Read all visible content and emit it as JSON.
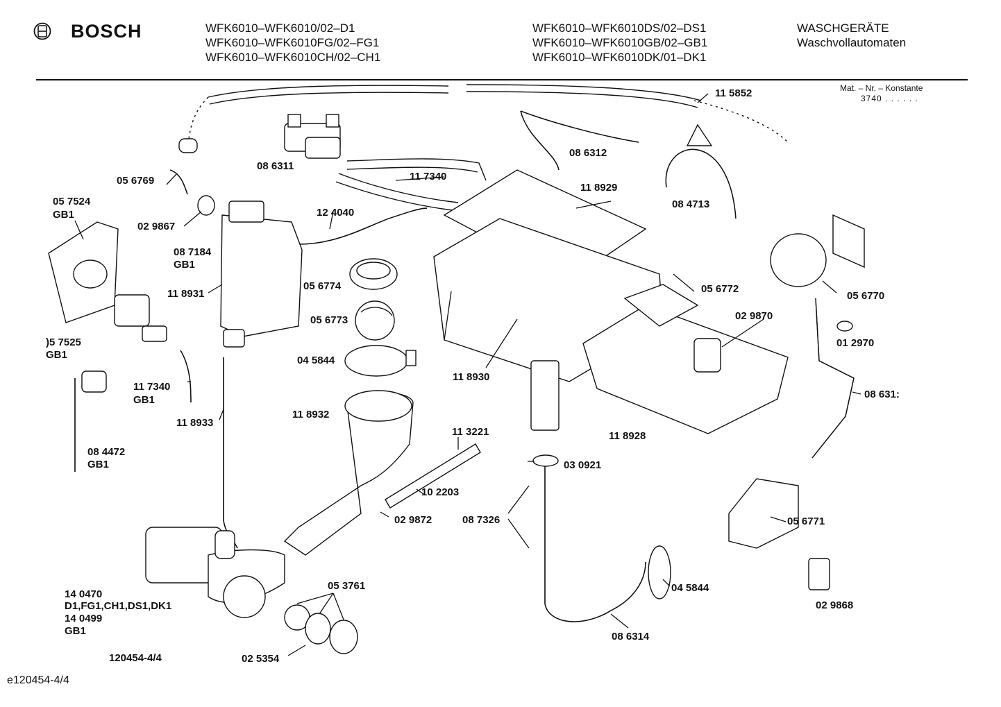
{
  "header": {
    "brand": "BOSCH",
    "models_col1": [
      "WFK6010–WFK6010/02–D1",
      "WFK6010–WFK6010FG/02–FG1",
      "WFK6010–WFK6010CH/02–CH1"
    ],
    "models_col2": [
      "WFK6010–WFK6010DS/02–DS1",
      "WFK6010–WFK6010GB/02–GB1",
      "WFK6010–WFK6010DK/01–DK1"
    ],
    "category": "WASCHGERÄTE",
    "subcategory": "Waschvollautomaten",
    "matnr_label": "Mat. – Nr. – Konstante",
    "matnr_value": "3740 . . . . . ."
  },
  "icons": {
    "logo": "bosch-armature-icon"
  },
  "labels": {
    "p115852": "11 5852",
    "p086312a": "08 6312",
    "p086311": "08 6311",
    "p117340a": "11 7340",
    "p118929": "11 8929",
    "p084713": "08 4713",
    "p056769": "05 6769",
    "p057524": "05 7524",
    "p057524gb": "GB1",
    "p029867": "02 9867",
    "p124040": "12 4040",
    "p087184": "08 7184",
    "p087184gb": "GB1",
    "p118931": "11 8931",
    "p056774": "05 6774",
    "p056772": "05 6772",
    "p056770": "05 6770",
    "p056773": "05 6773",
    "p029870": "02 9870",
    "p012970": "01 2970",
    "p057525": ")5 7525",
    "p057525gb": "GB1",
    "p045844a": "04 5844",
    "p117340b": "11 7340",
    "p117340bgb": "GB1",
    "p118930": "11 8930",
    "p086313": "08 631:",
    "p118932": "11 8932",
    "p118933": "11 8933",
    "p113221": "11 3221",
    "p118928": "11 8928",
    "p084472": "08 4472",
    "p084472gb": "GB1",
    "p030921": "03 0921",
    "p102203": "10 2203",
    "p087326": "08 7326",
    "p029872": "02 9872",
    "p056771": "05 6771",
    "p140470": "14 0470",
    "p140470var": "D1,FG1,CH1,DS1,DK1",
    "p140499": "14 0499",
    "p140499gb": "GB1",
    "p053761": "05 3761",
    "p045844b": "04 5844",
    "p029868": "02 9868",
    "p086314": "08 6314",
    "p025354": "02 5354"
  },
  "sheet_ref": "120454-4/4",
  "footer_ref": "e120454-4/4"
}
